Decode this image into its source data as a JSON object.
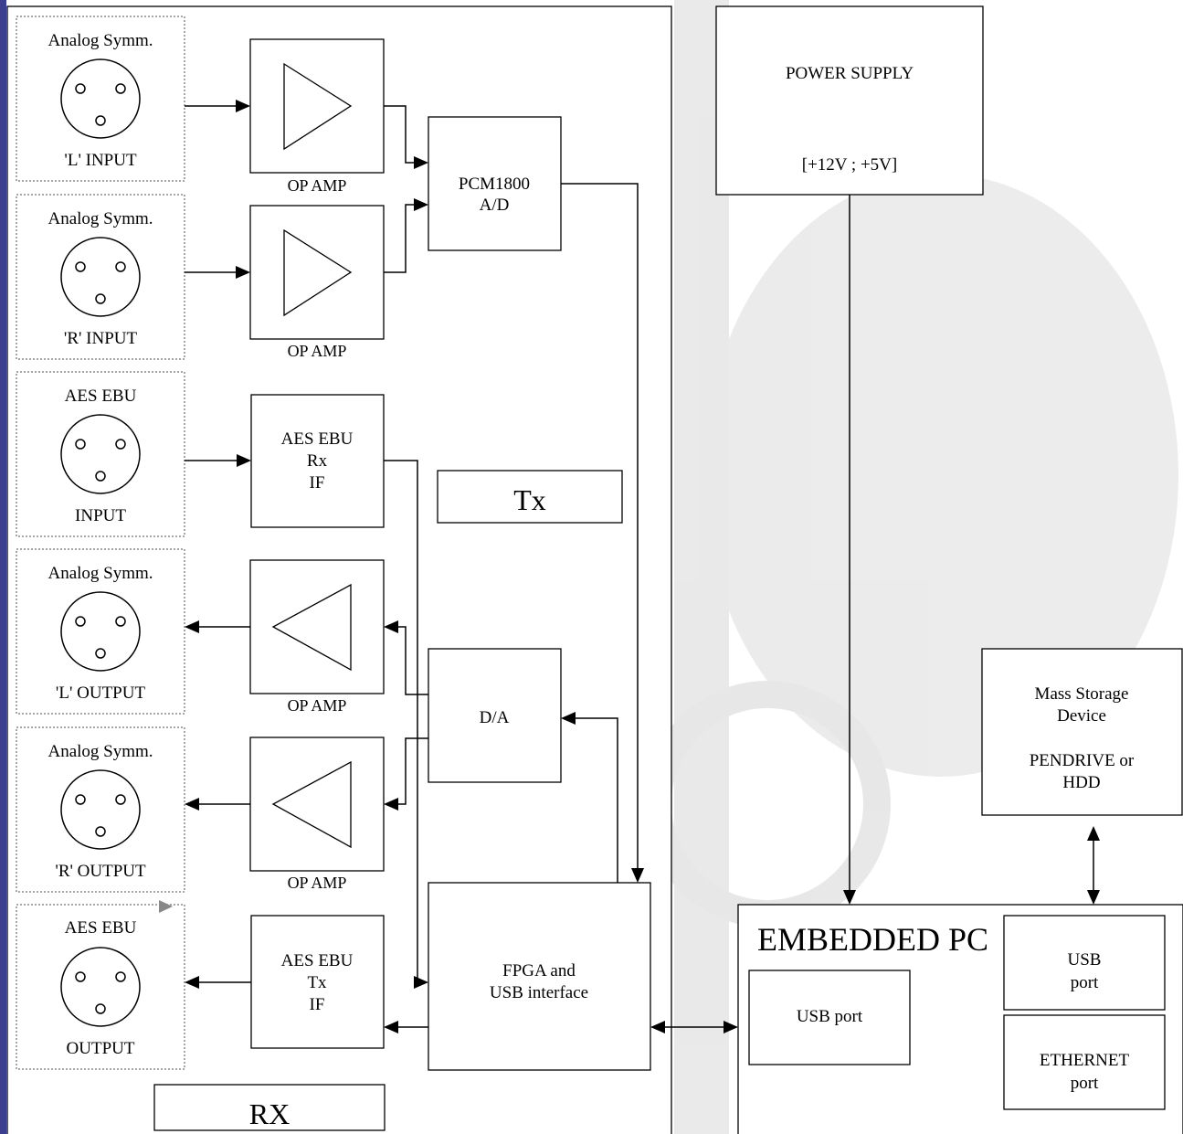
{
  "connectors": [
    {
      "top": "Analog Symm.",
      "bottom": "'L' INPUT"
    },
    {
      "top": "Analog Symm.",
      "bottom": "'R' INPUT"
    },
    {
      "top": "AES EBU",
      "bottom": "INPUT"
    },
    {
      "top": "Analog Symm.",
      "bottom": "'L' OUTPUT"
    },
    {
      "top": "Analog Symm.",
      "bottom": "'R' OUTPUT"
    },
    {
      "top": "AES EBU",
      "bottom": "OUTPUT"
    }
  ],
  "opamps": [
    "OP AMP",
    "OP AMP",
    "OP AMP",
    "OP AMP"
  ],
  "blocks": {
    "pcm": [
      "PCM1800",
      "A/D"
    ],
    "aes_rx": [
      "AES EBU",
      "Rx",
      "IF"
    ],
    "tx_label": "Tx",
    "da": "D/A",
    "aes_tx": [
      "AES EBU",
      "Tx",
      "IF"
    ],
    "fpga": [
      "FPGA and",
      "USB interface"
    ],
    "rx_label": "RX"
  },
  "power_supply": {
    "title": "POWER SUPPLY",
    "voltages": "[+12V ; +5V]"
  },
  "mass_storage": [
    "Mass Storage",
    "Device",
    "",
    "PENDRIVE or",
    "HDD"
  ],
  "embedded_pc": {
    "title": "EMBEDDED PC",
    "usb_port_main": "USB port",
    "usb_port_side": [
      "USB",
      "port"
    ],
    "ethernet_port": [
      "ETHERNET",
      "port"
    ]
  }
}
